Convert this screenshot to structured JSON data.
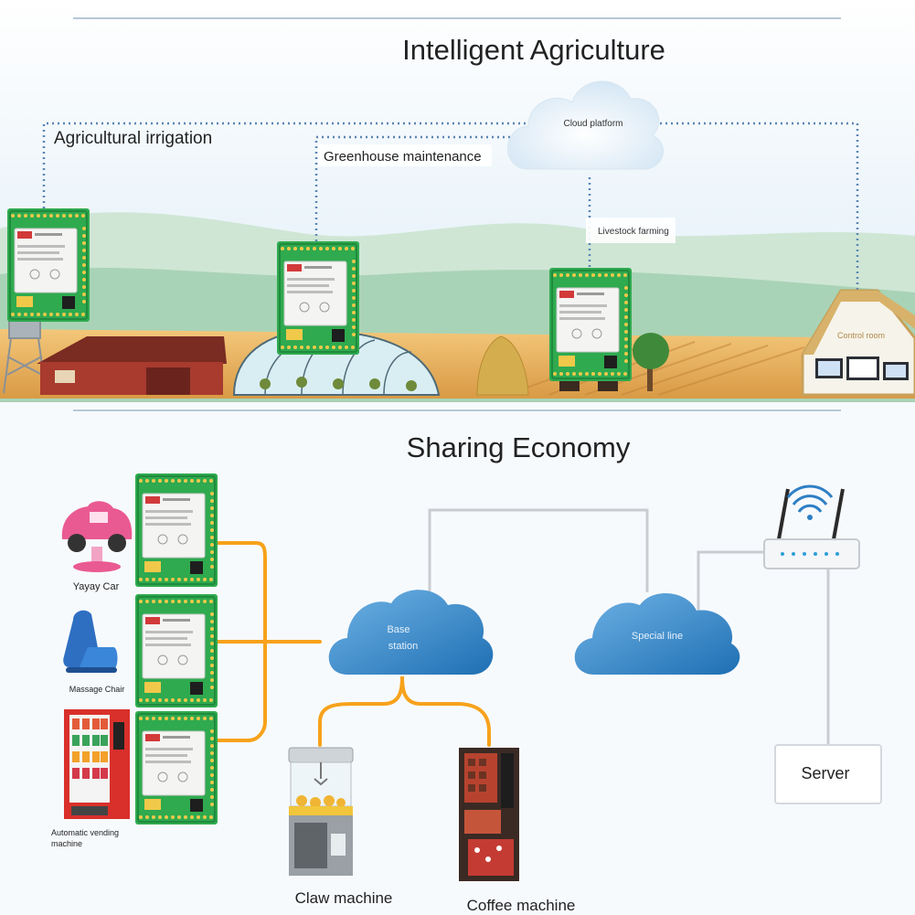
{
  "agriculture": {
    "title": "Intelligent Agriculture",
    "labels": {
      "irrigation": "Agricultural irrigation",
      "greenhouse": "Greenhouse maintenance",
      "livestock": "Livestock farming",
      "cloud": "Cloud platform",
      "control_room": "Control room"
    }
  },
  "sharing": {
    "title": "Sharing Economy",
    "devices": {
      "yayay_car": "Yayay Car",
      "massage_chair": "Massage Chair",
      "vending_line1": "Automatic vending",
      "vending_line2": "machine",
      "claw_machine": "Claw machine",
      "coffee_machine": "Coffee machine"
    },
    "network": {
      "base_station_line1": "Base",
      "base_station_line2": "station",
      "special_line": "Special line",
      "server": "Server"
    }
  },
  "colors": {
    "orange_link": "#f7a21b",
    "gray_link": "#c9cdd2",
    "cloud_blue": "#2e7fc4",
    "pcb_green": "#2faa4f",
    "dotted_link": "#5b84b4"
  },
  "icons": [
    "module-icon",
    "cloud-icon",
    "barn-icon",
    "greenhouse-icon",
    "haystack-icon",
    "tree-icon",
    "water-tower-icon",
    "control-room-icon",
    "router-icon",
    "server-icon",
    "toy-car-icon",
    "massage-chair-icon",
    "vending-machine-icon",
    "claw-machine-icon",
    "coffee-machine-icon"
  ]
}
